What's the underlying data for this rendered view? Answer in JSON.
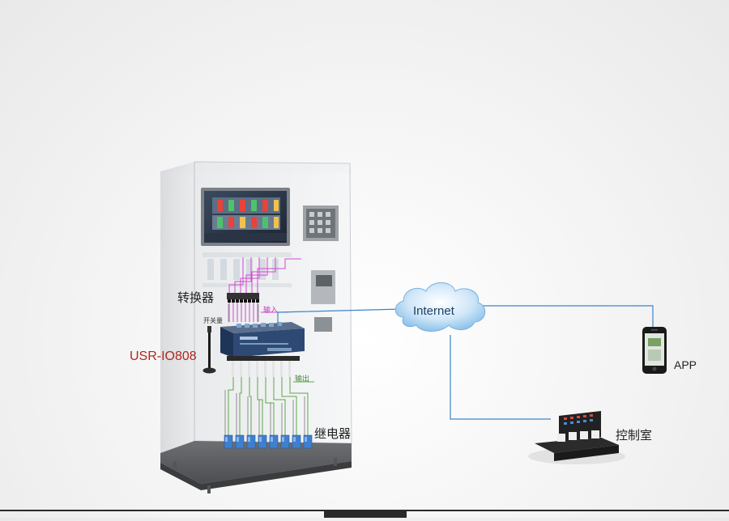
{
  "labels": {
    "converter": "转换器",
    "switch_quantity": "开关量",
    "device_model": "USR-IO808",
    "input": "输入",
    "output": "输出",
    "relay": "继电器",
    "internet": "Internet",
    "app": "APP",
    "control_room": "控制室"
  },
  "colors": {
    "input_wire": "#d04ad0",
    "output_wire": "#5aa84a",
    "network_line": "#3b86c8",
    "device_label": "#b0281e"
  }
}
